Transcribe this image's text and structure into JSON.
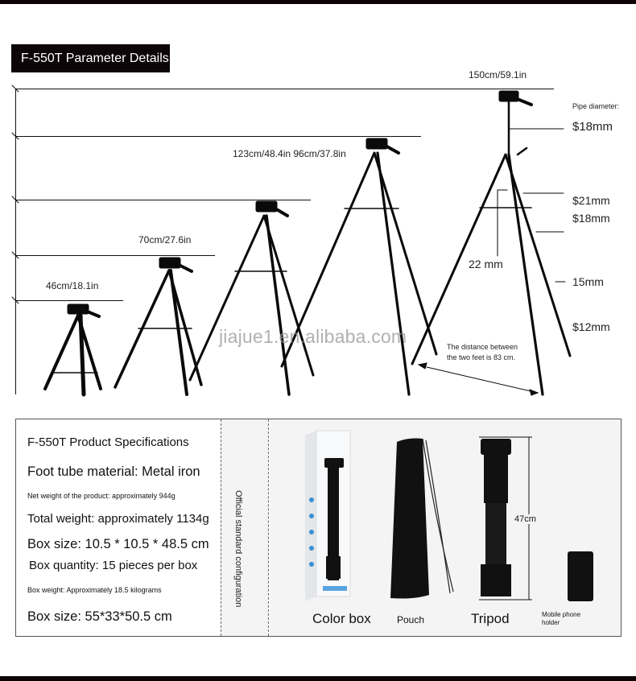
{
  "header": {
    "title": "F-550T Parameter Details"
  },
  "heights": [
    {
      "label": "46cm/18.1in",
      "cm": 46,
      "in": 18.1
    },
    {
      "label": "70cm/27.6in",
      "cm": 70,
      "in": 27.6
    },
    {
      "label": "96cm/37.8in",
      "cm": 96,
      "in": 37.8
    },
    {
      "label": "123cm/48.4in",
      "cm": 123,
      "in": 48.4
    },
    {
      "label": "150cm/59.1in",
      "cm": 150,
      "in": 59.1
    }
  ],
  "height_labels_combined": "123cm/48.4in 96cm/37.8in",
  "pipe": {
    "title": "Pipe diameter:",
    "center_column": "$18mm",
    "leg_upper": "$21mm",
    "leg_second": "$18mm",
    "leg_third": "15mm",
    "leg_fourth": "$12mm",
    "center_brace": "22 mm"
  },
  "feet_note": "The distance between the two feet is 83 cm.",
  "watermark": "jiajue1.en.alibaba.com",
  "specs": {
    "title": "F-550T Product Specifications",
    "items": [
      "Foot tube material: Metal iron",
      "Net weight of the product: approximately 944g",
      "Total weight: approximately 1134g",
      "Box size: 10.5 * 10.5 * 48.5 cm",
      "Box quantity: 15 pieces per box",
      "Box weight: Approximately 18.5 kilograms",
      "Box size: 55*33*50.5 cm"
    ],
    "config_label": "Official standard configuration"
  },
  "accessories": {
    "items": [
      {
        "label": "Color box"
      },
      {
        "label": "Pouch"
      },
      {
        "label": "Tripod"
      },
      {
        "label": "Mobile phone holder"
      }
    ],
    "folded_length": "47cm"
  },
  "colors": {
    "bar": "#0d0306",
    "panel_bg": "#f4f4f4",
    "line": "#111111",
    "watermark": "#969696"
  }
}
